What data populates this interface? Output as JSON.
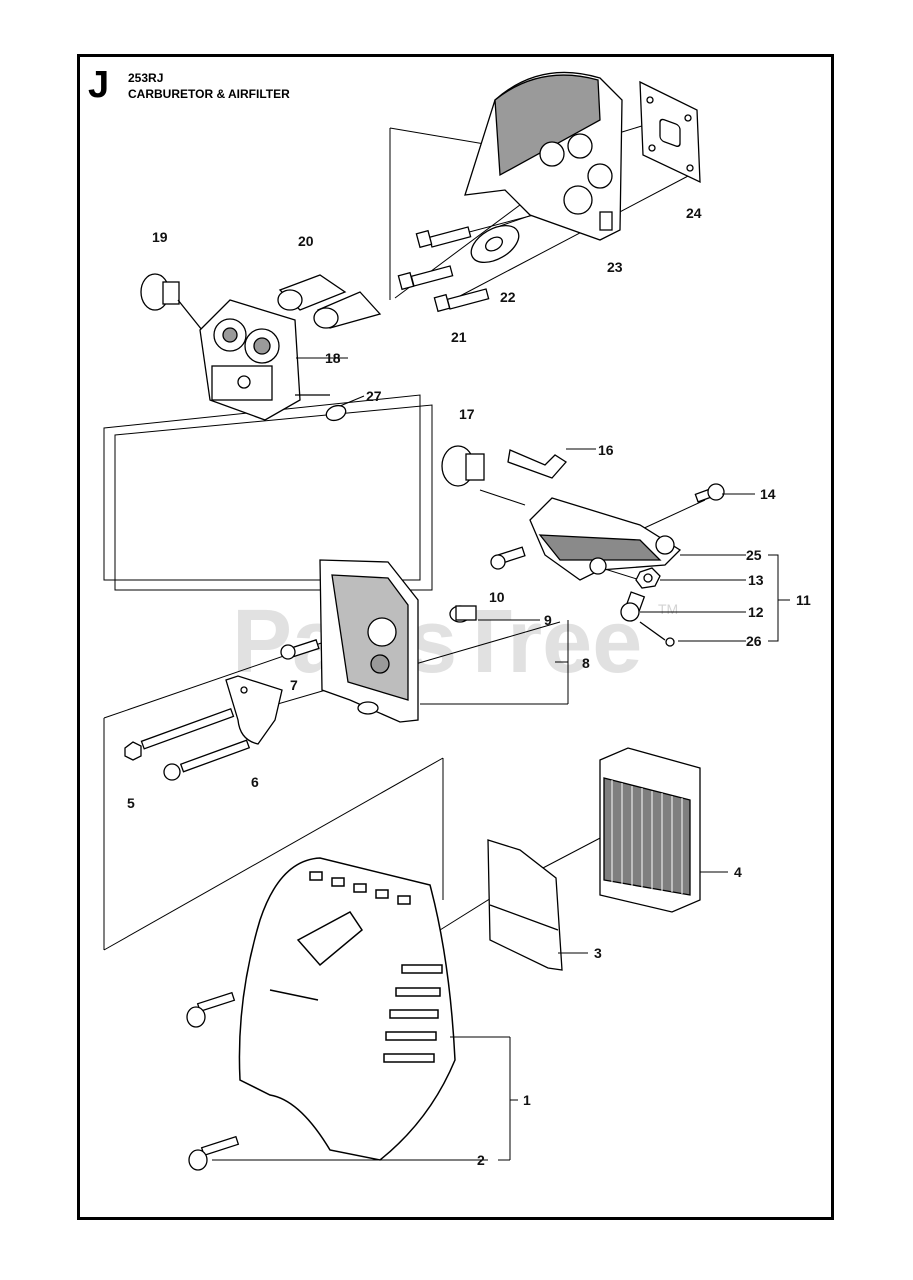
{
  "section": "J",
  "model": "253RJ",
  "title": "CARBURETOR & AIRFILTER",
  "watermark": {
    "text": "PartsTree",
    "trademark": "TM"
  },
  "callouts": [
    "19",
    "20",
    "24",
    "23",
    "22",
    "21",
    "18",
    "27",
    "17",
    "16",
    "14",
    "25",
    "13",
    "12",
    "26",
    "11",
    "10",
    "9",
    "8",
    "7",
    "6",
    "5",
    "4",
    "3",
    "1",
    "2"
  ],
  "colors": {
    "line": "#000000",
    "fill": "#ffffff",
    "shade": "#8a8a8a",
    "watermark": "#c9c9c9"
  }
}
